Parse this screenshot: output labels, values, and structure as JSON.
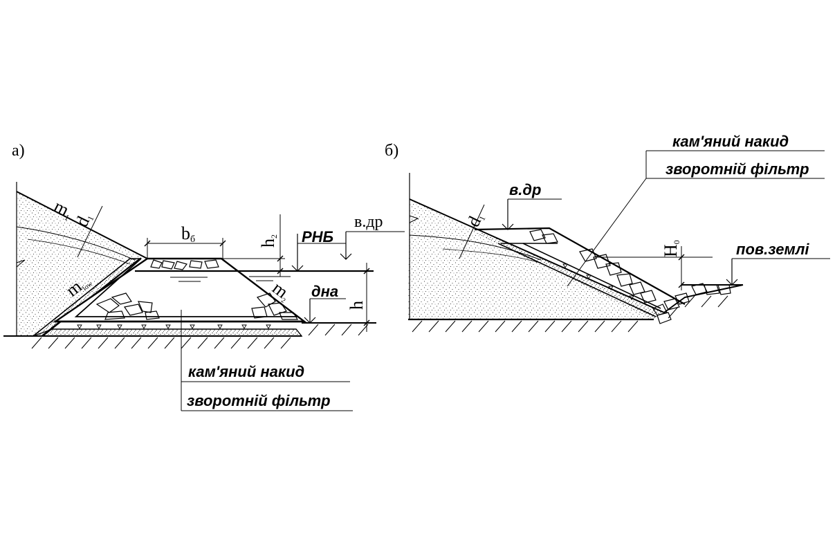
{
  "panel_a": {
    "label": "а)",
    "m1": "m",
    "m1_sub": "1",
    "d1": "d",
    "d1_sub": "1",
    "b": "b",
    "b_sub": "б",
    "h2": "h",
    "h2_sub": "2",
    "m_low": "m",
    "m_low_sub": "low",
    "m2": "m",
    "m2_sub": "2",
    "rnb": "РНБ",
    "vdr": "в.др",
    "dna": "дна",
    "h": "h",
    "stone_label": "кам'яний накид",
    "filter_label": "зворотній фільтр"
  },
  "panel_b": {
    "label": "б)",
    "stone_label": "кам'яний накид",
    "filter_label": "зворотній фільтр",
    "vdr": "в.др",
    "d1": "d",
    "d1_sub": "1",
    "h0": "H",
    "h0_sub": "0",
    "ground": "пов.землі"
  },
  "colors": {
    "line": "#000000",
    "background": "#ffffff"
  }
}
